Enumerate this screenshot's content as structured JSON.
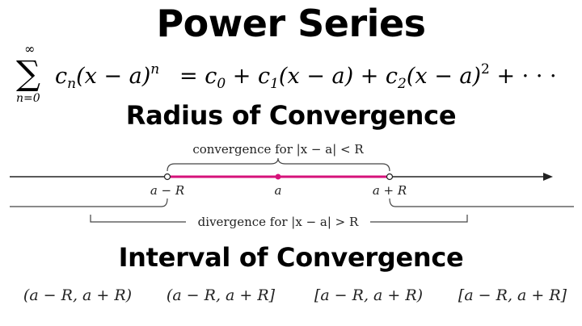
{
  "title": "Power Series",
  "formula": {
    "sum_top": "∞",
    "sum_symbol": "∑",
    "sum_bottom": "n=0",
    "lhs": "cn(x − a)n",
    "rhs": "= c0 + c1(x − a) + c2(x − a)2 + · · ·"
  },
  "section_radius": "Radius of Convergence",
  "section_interval": "Interval of Convergence",
  "diagram": {
    "convergence_label": "convergence for |x − a| < R",
    "divergence_label": "divergence for |x − a| > R",
    "point_left": "a − R",
    "point_center": "a",
    "point_right": "a + R",
    "interval_color": "#d6127a"
  },
  "intervals": [
    "(a − R, a + R)",
    "(a − R, a + R]",
    "[a − R, a + R)",
    "[a − R, a + R]"
  ]
}
